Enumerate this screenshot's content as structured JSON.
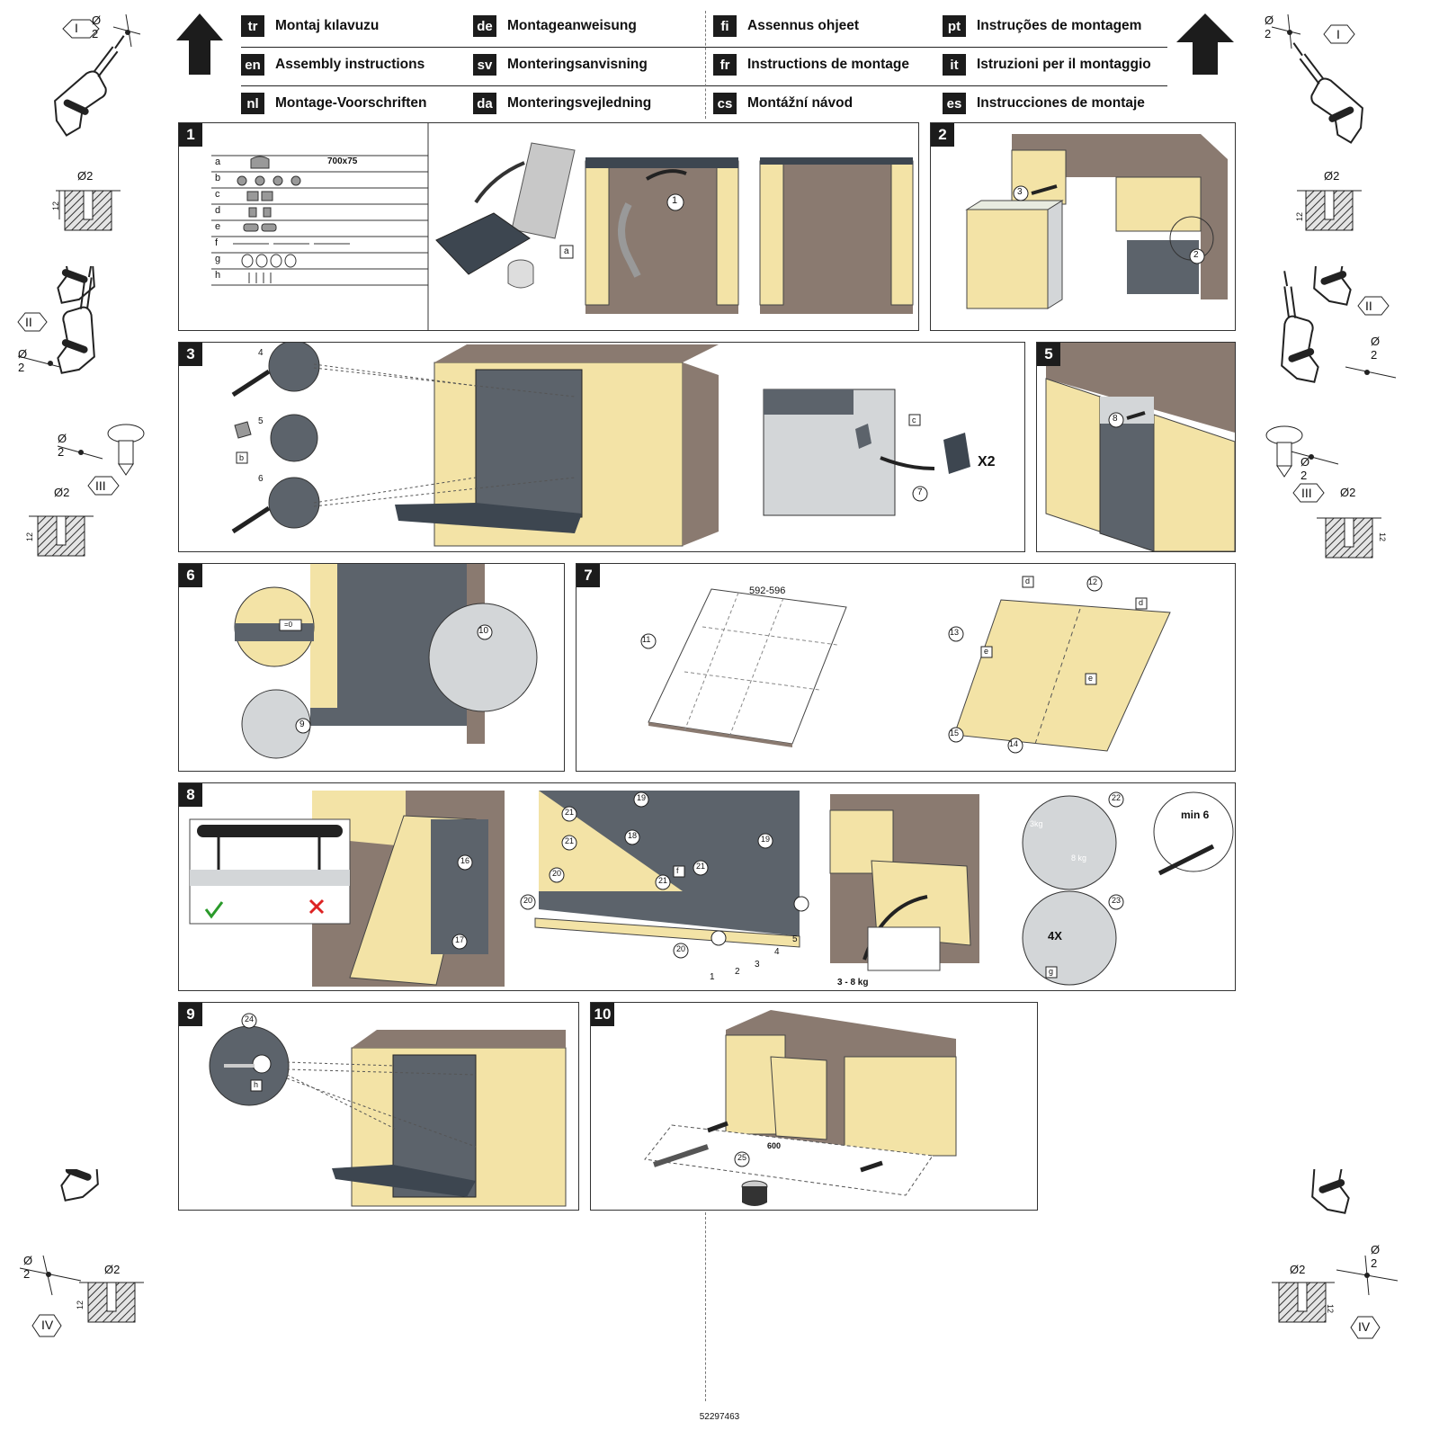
{
  "header": {
    "languages": [
      {
        "code": "tr",
        "title": "Montaj kılavuzu"
      },
      {
        "code": "de",
        "title": "Montageanweisung"
      },
      {
        "code": "fi",
        "title": "Assennus ohjeet"
      },
      {
        "code": "pt",
        "title": "Instruções de montagem"
      },
      {
        "code": "en",
        "title": "Assembly instructions"
      },
      {
        "code": "sv",
        "title": "Monteringsanvisning"
      },
      {
        "code": "fr",
        "title": "Instructions de montage"
      },
      {
        "code": "it",
        "title": "Istruzioni per il montaggio"
      },
      {
        "code": "nl",
        "title": "Montage-Voorschriften"
      },
      {
        "code": "da",
        "title": "Monteringsvejledning"
      },
      {
        "code": "cs",
        "title": "Montážní návod"
      },
      {
        "code": "es",
        "title": "Instrucciones de montaje"
      }
    ]
  },
  "margin_figures": {
    "labels": [
      "I",
      "II",
      "III",
      "IV"
    ],
    "drill_diameter": "Ø 2",
    "hole_diameter": "Ø2",
    "depth": "12"
  },
  "panels": {
    "p1": {
      "number": "1",
      "part_letters": [
        "a",
        "b",
        "c",
        "d",
        "e",
        "f",
        "g",
        "h"
      ],
      "dimension": "700x75",
      "callout": "1",
      "tag": "a"
    },
    "p2": {
      "number": "2",
      "callouts": [
        "3",
        "2"
      ]
    },
    "p3": {
      "number": "3",
      "callouts": [
        "4",
        "5",
        "6",
        "7"
      ],
      "tags": [
        "b",
        "c"
      ],
      "multiplier": "X2"
    },
    "p5": {
      "number": "5",
      "callout": "8"
    },
    "p6": {
      "number": "6",
      "callouts": [
        "10",
        "9"
      ],
      "gap_label": "=0"
    },
    "p7": {
      "number": "7",
      "dimension": "592-596",
      "callouts": [
        "11",
        "12",
        "13",
        "14",
        "15"
      ],
      "tags": [
        "d",
        "d",
        "e",
        "e"
      ]
    },
    "p8": {
      "number": "8",
      "callouts": [
        "16",
        "17",
        "18",
        "19",
        "19",
        "20",
        "20",
        "20",
        "21",
        "21",
        "21",
        "21",
        "22",
        "23"
      ],
      "tag_f": "f",
      "tag_g": "g",
      "weight": "3 - 8 kg",
      "spring_hi": "3kg",
      "spring_lo": "8 kg",
      "count": "4X",
      "min_label": "min 6",
      "layers": [
        "1",
        "2",
        "3",
        "4",
        "5"
      ]
    },
    "p9": {
      "number": "9",
      "callout": "24",
      "tag": "h"
    },
    "p10": {
      "number": "10",
      "callout": "25",
      "dimension": "600"
    }
  },
  "document_number": "52297463",
  "colors": {
    "cabinet_yellow": "#f3e3a6",
    "cabinet_brown": "#8a7a70",
    "appliance_grey": "#5c636b",
    "light_grey": "#d3d6d8"
  }
}
